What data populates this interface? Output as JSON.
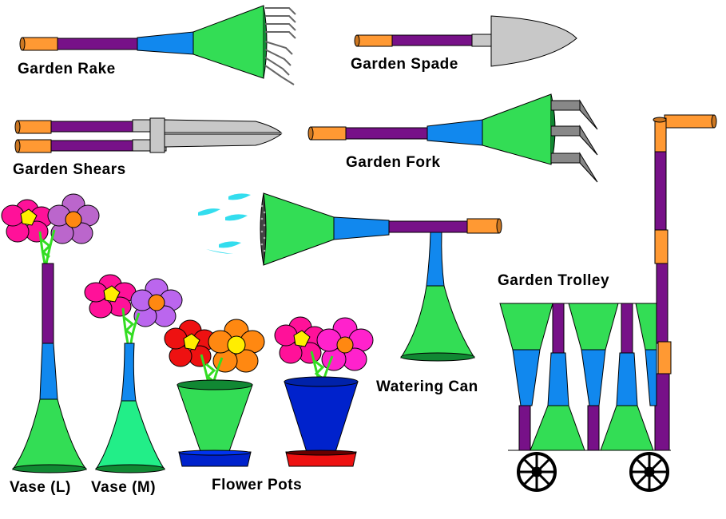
{
  "labels": {
    "rake": "Garden Rake",
    "spade": "Garden Spade",
    "shears": "Garden Shears",
    "fork": "Garden Fork",
    "trolley": "Garden Trolley",
    "watering_can": "Watering Can",
    "vase_l": "Vase (L)",
    "vase_m": "Vase (M)",
    "flower_pots": "Flower Pots"
  },
  "colors": {
    "green": "#33dd55",
    "light_green": "#22ee88",
    "blue": "#1188ee",
    "purple": "#771188",
    "orange": "#ff9933",
    "grey": "#c8c8c8",
    "dark_green": "#118833",
    "water": "#33ddee",
    "pot_blue": "#0022cc",
    "saucer_red": "#ee1111",
    "flower_magenta": "#ff1199",
    "flower_violet": "#bb66ee",
    "flower_red": "#ee1111",
    "flower_orange": "#ff8811",
    "flower_yellow": "#ffee00"
  }
}
